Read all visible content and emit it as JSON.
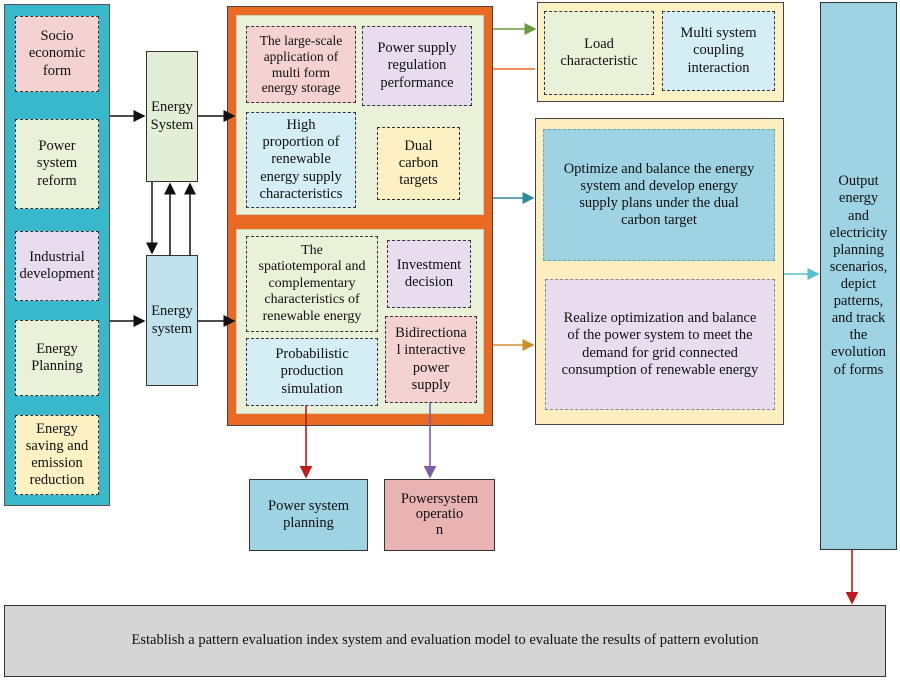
{
  "influences": [
    {
      "label": "Socio\neconomic\nform"
    },
    {
      "label": "Power\nsystem\nreform"
    },
    {
      "label": "Industrial\ndevelopment"
    },
    {
      "label": "Energy\nPlanning"
    },
    {
      "label": "Energy\nsaving and\nemission\nreduction"
    }
  ],
  "energy_system_upper": "Energy\nSystem",
  "energy_system_lower": "Energy\nsystem",
  "upper_factors": [
    {
      "label": "The large-scale\napplication of\nmulti form\nenergy storage"
    },
    {
      "label": "Power supply\nregulation\nperformance"
    },
    {
      "label": "High\nproportion of\nrenewable\nenergy supply\ncharacteristics"
    },
    {
      "label": "Dual\ncarbon\ntargets"
    }
  ],
  "lower_factors": [
    {
      "label": "The\nspatiotemporal and\ncomplementary\ncharacteristics of\nrenewable energy"
    },
    {
      "label": "Investment\ndecision"
    },
    {
      "label": "Probabilistic\nproduction\nsimulation"
    },
    {
      "label": "Bidirectiona\nl interactive\npower\nsupply"
    }
  ],
  "top_right": [
    {
      "label": "Load\ncharacteristic"
    },
    {
      "label": "Multi system\ncoupling\ninteraction"
    }
  ],
  "optimization": [
    {
      "label": "Optimize and balance the energy\nsystem and develop energy\nsupply plans under the dual\ncarbon target"
    },
    {
      "label": "Realize optimization and balance\nof the power system to meet the\ndemand for grid connected\nconsumption of renewable energy"
    }
  ],
  "output": "Output\nenergy\nand\nelectricity\nplanning\nscenarios,\ndepict\npatterns,\nand track\nthe\nevolution\nof forms",
  "planning": "Power system\nplanning",
  "operation": "Powersystem\noperatio\nn",
  "evaluation": "Establish a pattern evaluation index system and evaluation model to evaluate the results of pattern evolution",
  "colors": {
    "cyan_border": "#39b8cc",
    "orange": "#ea6a24",
    "teal_box": "#9ed3e3",
    "gold_border": "#e6b13a",
    "gold_fill": "#fdeec0",
    "pink": "#f4d2d2",
    "lavender": "#e7ddef",
    "light_green": "#e9f1d9",
    "light_yellow": "#fdf1c4",
    "grey": "#d5d5d5",
    "arrow_green": "#6c9a3a",
    "arrow_orange": "#ea6a24",
    "arrow_teal": "#2b8aa0",
    "arrow_gold": "#d18f2b",
    "arrow_red": "#c01a1a",
    "arrow_purple": "#7d5fa8",
    "arrow_cyan": "#52c0d0"
  }
}
